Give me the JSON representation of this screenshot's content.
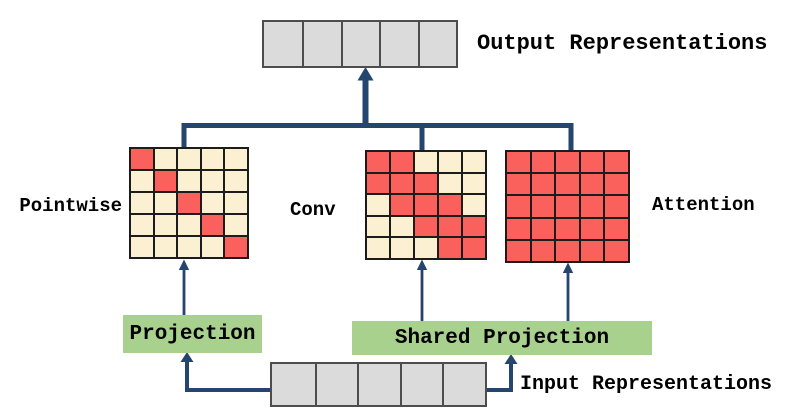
{
  "colors": {
    "matrix-red": "#FB615C",
    "matrix-cream": "#FCF0D2",
    "projection-green": "#A9D18E",
    "vector-gray": "#DBDBDB",
    "vector-border": "#4D4D4D",
    "cell-border": "#1C1C1C",
    "arrow-navy": "#24456E",
    "text": "#000000"
  },
  "output_row": {
    "label": "Output Representations",
    "cells": 5
  },
  "input_row": {
    "label": "Input Representations",
    "cells": 5
  },
  "matrices": [
    {
      "name": "pointwise",
      "label": "Pointwise",
      "pattern": [
        [
          1,
          0,
          0,
          0,
          0
        ],
        [
          0,
          1,
          0,
          0,
          0
        ],
        [
          0,
          0,
          1,
          0,
          0
        ],
        [
          0,
          0,
          0,
          1,
          0
        ],
        [
          0,
          0,
          0,
          0,
          1
        ]
      ]
    },
    {
      "name": "conv",
      "label": "Conv",
      "pattern": [
        [
          1,
          1,
          0,
          0,
          0
        ],
        [
          1,
          1,
          1,
          0,
          0
        ],
        [
          0,
          1,
          1,
          1,
          0
        ],
        [
          0,
          0,
          1,
          1,
          1
        ],
        [
          0,
          0,
          0,
          1,
          1
        ]
      ]
    },
    {
      "name": "attention",
      "label": "Attention",
      "pattern": [
        [
          1,
          1,
          1,
          1,
          1
        ],
        [
          1,
          1,
          1,
          1,
          1
        ],
        [
          1,
          1,
          1,
          1,
          1
        ],
        [
          1,
          1,
          1,
          1,
          1
        ],
        [
          1,
          1,
          1,
          1,
          1
        ]
      ]
    }
  ],
  "projections": [
    {
      "name": "projection",
      "label": "Projection"
    },
    {
      "name": "shared-projection",
      "label": "Shared Projection"
    }
  ]
}
